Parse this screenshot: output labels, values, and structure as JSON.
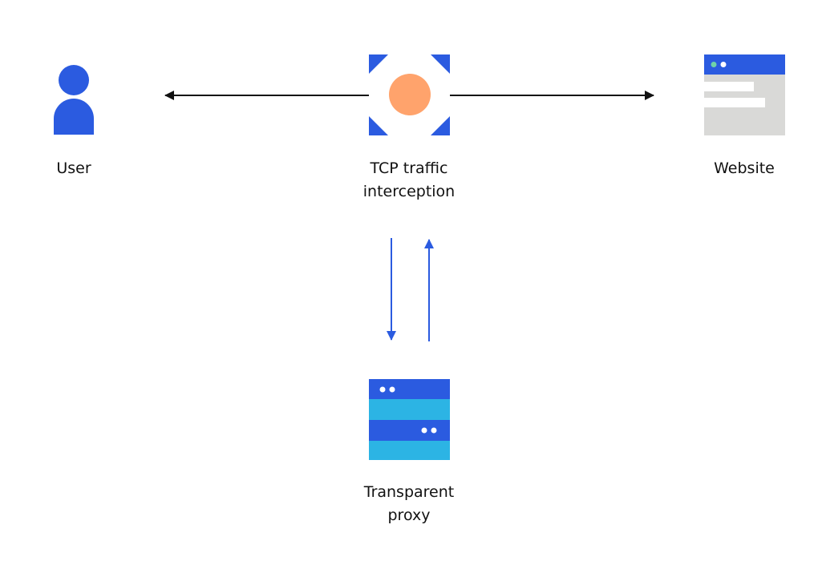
{
  "colors": {
    "blue": "#2B5BE0",
    "cyan": "#2CB4E4",
    "orange": "#FFA36C",
    "gray": "#D9D9D7",
    "green_dot": "#6FD3A8",
    "arrow_black": "#111111",
    "arrow_blue": "#2B5BE0"
  },
  "nodes": {
    "user": {
      "icon": "user-icon",
      "label": "User"
    },
    "tcp_interception": {
      "icon": "traffic-interception-icon",
      "label_line1": "TCP traffic",
      "label_line2": "interception"
    },
    "website": {
      "icon": "browser-window-icon",
      "label": "Website"
    },
    "proxy": {
      "icon": "server-icon",
      "label_line1": "Transparent",
      "label_line2": "proxy"
    }
  },
  "edges": [
    {
      "from": "tcp_interception",
      "to": "user"
    },
    {
      "from": "tcp_interception",
      "to": "website"
    },
    {
      "from": "tcp_interception",
      "to": "proxy"
    },
    {
      "from": "proxy",
      "to": "tcp_interception"
    }
  ]
}
